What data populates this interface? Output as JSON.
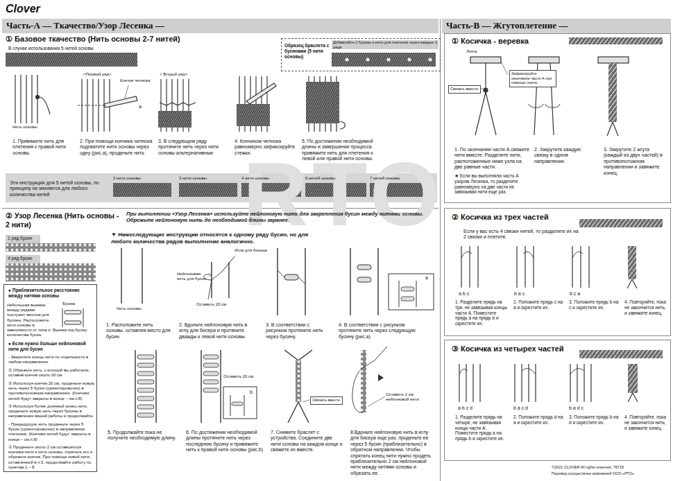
{
  "diagram": {
    "nodes": [
      {
        "text": [
          "Часть-А — Ткачество/Узор Лесенка —"
        ]
      },
      {
        "text": [
          "Часть-В — Жгутоплетение —"
        ]
      },
      {
        "text": [
          "Образец браслета с бусинами (5 нити основы)",
          "Добавляйте 2 бусины к нити для плетения через каждые 3 ряда"
        ]
      },
      {
        "text": [
          "Эти инструкции для 5 нитей основы, по принципу не меняется для любого количества нитей"
        ]
      },
      {
        "text": [
          "1 ряд бусин"
        ]
      },
      {
        "text": [
          "4 ряд бусин"
        ]
      },
      {
        "text": [
          "● Приблизительное расстояние между нитями основы",
          "Небольшая выемка между рядами послужит местом для бусины. Расположите нити основы в зависимости от типа и количества бусин.",
          "Бусина",
          "Выемка под бусину",
          "● Если нужно больше нейлоновой нити для бусин",
          "- Закрепите концы нити по отдельности в любом направлении.",
          "① Обрежьте нить, с которой вы работали, оставив кончик около 20 см.",
          "② Используя кончик 20 см, проденьте новую нить через 5 бусин (ориентировочно) в противоположном направлении. (Кончики нитей будут закрыты в конце – см.п.8)",
          "③ Используя более длинный конец нити, проденьте новую нить через бусины в направлении вашей работы и продолжайте.",
          "- Предыдущую нить проденьте через 5 бусин (ориентировочно) в направлении плетения. (Кончики нитей будут закрыты в конце – см.п.8)",
          "① Проденьте около 2 см оставшегося кончика нити и нити основы, спрячьте его и обрежьте кончик. При помощи новой нити, оставленной в п.3, продолжайте работу по пунктам 1 – 8."
        ]
      },
      {
        "text": [
          "Связать вместе"
        ]
      },
      {
        "text": [
          "① Косичка - веревка"
        ]
      },
      {
        "text": [
          "Связать вместе"
        ],
        "in": 8
      },
      {
        "text": [
          "Зафиксируйте окончание части А при помощи ленты"
        ],
        "in": 8
      },
      {
        "text": [
          "② Косичка из трех частей"
        ]
      },
      {
        "text": [
          "③ Косичка из четырех частей"
        ]
      }
    ],
    "labels": [
      "RTO",
      "Clover",
      "① Базовое ткачество (Нить основы 2-7 нитей)",
      "В случае использования 5 нитей основы",
      "<Первый ряд>",
      "< Второй ряд>",
      "Кончик челнока",
      "a",
      "Нить основы",
      "1. Привяжите нить для плетения к правой нити основы.",
      "2. При помощи кончика челнока подхватите нити основы через одну (рис.а), проденьте нить",
      "3. В следующем ряду протяните нить через нити основы альтернативные",
      "4. Кончиком челнока равномерно зафиксируйте стежки.",
      "5. По достижении необходимой длины и завершении процесса привяжите нить для плетения к левой или правой нити основы.",
      "2 нити основы",
      "3 нити основы",
      "4 нити основы",
      "6 нитей основы",
      "7 нитей основы",
      "② Узор Лесенка (Нить основы - 2 нити)",
      "При выполнении «Узор Лесенка» используйте нейлоновую нить для закрепления бусин между нитями основы. Обрежьте нейлоновую нить до необходимой длины заранее.",
      "▼ Нижеследующие инструкции относятся к одному ряду бусин, но для любого количества рядов выполнение аналогично.",
      "Нить основы",
      "Игла для бисера",
      "Нейлоновая нить для бусин",
      "Оставить 20 см",
      "a",
      "1. Расположите нить основы, оставляя место для бусин.",
      "2. Вдоньте нейлоновую нить в иглу для бисера и протяните дважды к левой нити основы.",
      "3. В соответствии с рисунком протяните нить через бусину.",
      "4. В соответствии с рисунком протяните нить через следующую бусину (рис.а)",
      "Оставить 20 см",
      "b",
      "Оставить 2 см нейлоновой нити",
      "5. Продолжайте пока не получите необходимую длину.",
      "6. По достижении необходимой длины протяните нить через последнюю бусину и привяжите нить к правой нити основы (рис.b)",
      "7. Снимите браслет с устройства. Соедините две нити основы на каждом конце и свяжите их вместе.",
      "8.Вдоньте нейлоновую нить в иглу для бисера еще раз, проденьте ее через 5 бусин (приблизительно) в обратном направлении. Чтобы спрятать конец нити нужно продеть приблизительно 2 см нейлоновой нити между нитями основы и обрезать ее.",
      "Лента",
      "1. По окончании части А свяжите нити вместе. Разделите нити, расположенные ниже узла на две равные части.",
      "★ Если вы выполняли часть А узором Лесенка, то разделите равномерно на две части не завязывая нити еще раз.",
      "2. Закрутите каждую связку в одном направлении.",
      "3. Закрутите 2 жгута (каждый из двух частей) в противоположном направлении и завяжите конец.",
      "Если у вас есть 4 связки нитей, то разделите их на 2 связки и плетите.",
      "a b c",
      "b a c",
      "b c a",
      "1. Разделите прядь на три, не завязывая концы части А. Поместите прядь a на прядь b и скрестите их.",
      "2. Положите прядь c на a и скрестите их.",
      "3. Положите прядь b на c и скрестите их.",
      "4. Повторяйте, пока не закончится нить, и завяжите конец.",
      "a b c d",
      "b a c d",
      "b a d c",
      "1. Разделите прядь на четыре, не завязывая концы части А. Поместите прядь a на прядь b и скрестите их.",
      "2. Положите прядь d на a и скрестите их.",
      "3. Положите прядь b на d и скрестите их.",
      "4. Повторяйте, пока не закончится нить, и завяжите конец.",
      "©2021 CLOVER All rights reserved. 76715",
      "Перевод осуществлен компанией ООО «РТО»"
    ]
  }
}
